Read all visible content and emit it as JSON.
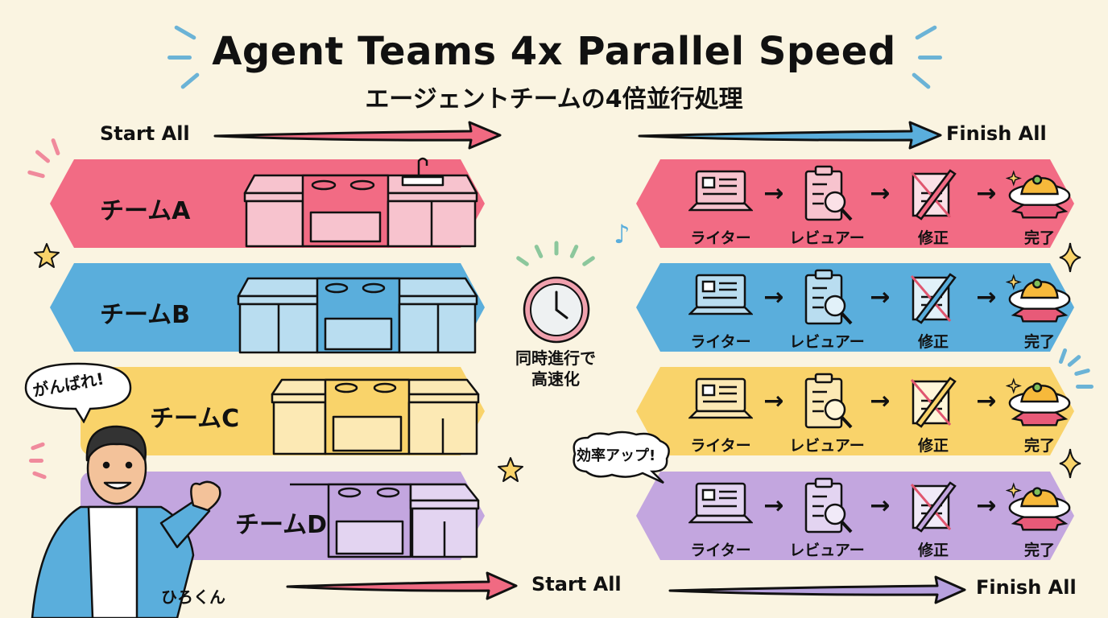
{
  "title": "Agent Teams 4x Parallel Speed",
  "subtitle": "エージェントチームの4倍並行処理",
  "arrows": {
    "top_left": {
      "label": "Start All",
      "color": "#F06A82"
    },
    "top_right": {
      "label": "Finish All",
      "color": "#5AAEDC"
    },
    "bottom_left": {
      "label": "Start All",
      "color": "#F06A82"
    },
    "bottom_right": {
      "label": "Finish All",
      "color": "#B7A1DE"
    }
  },
  "teams": [
    {
      "name": "チームA",
      "color": "#F26B84",
      "light": "#F7C3CE"
    },
    {
      "name": "チームB",
      "color": "#5AAEDC",
      "light": "#B9DDF0"
    },
    {
      "name": "チームC",
      "color": "#F9D36A",
      "light": "#FCE9B4"
    },
    {
      "name": "チームD",
      "color": "#C3A6DF",
      "light": "#E3D4F1"
    }
  ],
  "workflow": {
    "steps": [
      {
        "label": "ライター",
        "icon": "laptop-icon"
      },
      {
        "label": "レビュアー",
        "icon": "clipboard-magnifier-icon"
      },
      {
        "label": "修正",
        "icon": "document-pen-icon"
      },
      {
        "label": "完了",
        "icon": "omelette-plate-icon"
      }
    ],
    "arrow_glyph": "→"
  },
  "center": {
    "line1": "同時進行で",
    "line2": "高速化",
    "icon": "clock-icon"
  },
  "character": {
    "speech": "がんばれ!",
    "name": "ひろくん"
  },
  "efficiency_bubble": "効率アップ!"
}
